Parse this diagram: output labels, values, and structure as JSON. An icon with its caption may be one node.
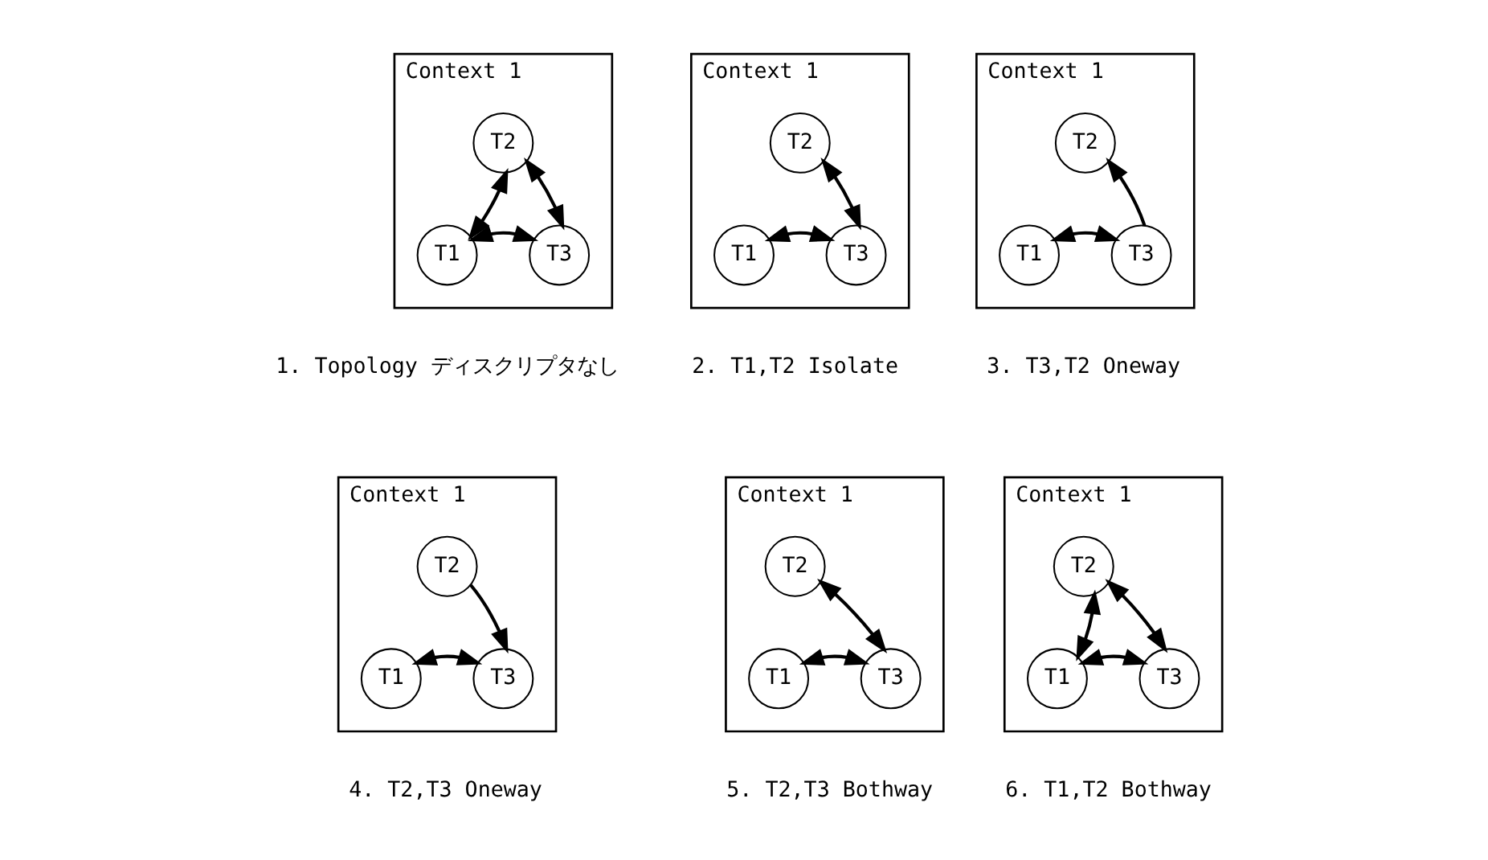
{
  "diagram": {
    "nodes": [
      {
        "text": [
          "Context 1"
        ],
        "beside": [
          "1. Topology ディスクリプタなし"
        ]
      },
      {
        "text": [
          "T2"
        ],
        "in": 0
      },
      {
        "text": [
          "T1"
        ],
        "in": 0
      },
      {
        "text": [
          "T3"
        ],
        "in": 0
      },
      {
        "text": [
          "Context 1"
        ],
        "beside": [
          "2. T1,T2 Isolate"
        ]
      },
      {
        "text": [
          "T2"
        ],
        "in": 4
      },
      {
        "text": [
          "T1"
        ],
        "in": 4
      },
      {
        "text": [
          "T3"
        ],
        "in": 4
      },
      {
        "text": [
          "Context 1"
        ],
        "beside": [
          "3. T3,T2 Oneway"
        ]
      },
      {
        "text": [
          "T2"
        ],
        "in": 8
      },
      {
        "text": [
          "T1"
        ],
        "in": 8
      },
      {
        "text": [
          "T3"
        ],
        "in": 8
      },
      {
        "text": [
          "Context 1"
        ],
        "beside": [
          "4. T2,T3 Oneway"
        ]
      },
      {
        "text": [
          "T2"
        ],
        "in": 12
      },
      {
        "text": [
          "T1"
        ],
        "in": 12
      },
      {
        "text": [
          "T3"
        ],
        "in": 12
      },
      {
        "text": [
          "Context 1"
        ],
        "beside": [
          "5. T2,T3 Bothway"
        ]
      },
      {
        "text": [
          "T2"
        ],
        "in": 16
      },
      {
        "text": [
          "T1"
        ],
        "in": 16
      },
      {
        "text": [
          "T3"
        ],
        "in": 16
      },
      {
        "text": [
          "Context 1"
        ],
        "beside": [
          "6. T1,T2 Bothway"
        ]
      },
      {
        "text": [
          "T2"
        ],
        "in": 20
      },
      {
        "text": [
          "T1"
        ],
        "in": 20
      },
      {
        "text": [
          "T3"
        ],
        "in": 20
      }
    ],
    "edges": [
      {
        "from": 1,
        "to": 2,
        "arrow": "both"
      },
      {
        "from": 1,
        "to": 3,
        "arrow": "both"
      },
      {
        "from": 2,
        "to": 3,
        "arrow": "both"
      },
      {
        "from": 5,
        "to": 7,
        "arrow": "both"
      },
      {
        "from": 6,
        "to": 7,
        "arrow": "both"
      },
      {
        "from": 11,
        "to": 9,
        "arrow": "to"
      },
      {
        "from": 10,
        "to": 11,
        "arrow": "both"
      },
      {
        "from": 13,
        "to": 15,
        "arrow": "to"
      },
      {
        "from": 14,
        "to": 15,
        "arrow": "both"
      },
      {
        "from": 17,
        "to": 19,
        "arrow": "both"
      },
      {
        "from": 18,
        "to": 19,
        "arrow": "both"
      },
      {
        "from": 21,
        "to": 22,
        "arrow": "both"
      },
      {
        "from": 21,
        "to": 23,
        "arrow": "both"
      },
      {
        "from": 22,
        "to": 23,
        "arrow": "both"
      }
    ]
  }
}
